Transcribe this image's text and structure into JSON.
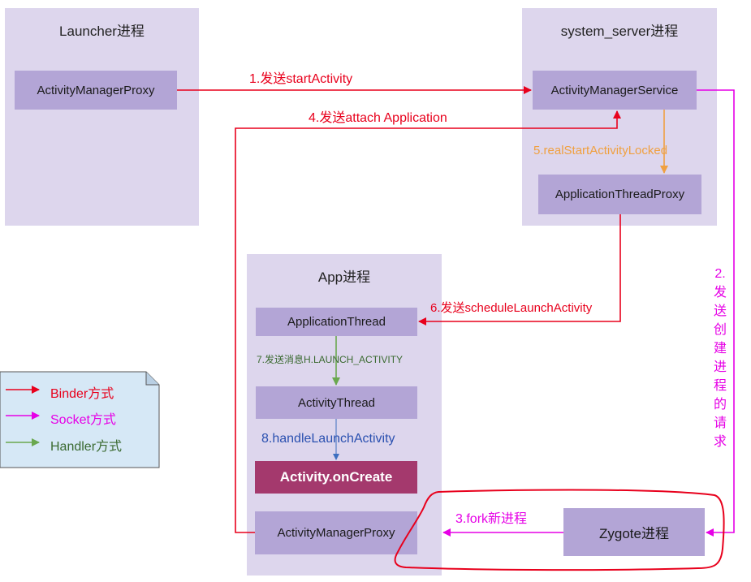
{
  "groups": {
    "launcher": "Launcher进程",
    "system_server": "system_server进程",
    "app": "App进程"
  },
  "boxes": {
    "launcher_amp": "ActivityManagerProxy",
    "ams": "ActivityManagerService",
    "atp": "ApplicationThreadProxy",
    "application_thread": "ApplicationThread",
    "activity_thread": "ActivityThread",
    "on_create": "Activity.onCreate",
    "app_amp": "ActivityManagerProxy",
    "zygote": "Zygote进程"
  },
  "steps": {
    "s1": "1.发送startActivity",
    "s2_chars": [
      "2.",
      "发",
      "送",
      "创",
      "建",
      "进",
      "程",
      "的",
      "请",
      "求"
    ],
    "s3": "3.fork新进程",
    "s4": "4.发送attach Application",
    "s5": "5.realStartActivityLocked",
    "s6": "6.发送scheduleLaunchActivity",
    "s7": "7.发送消息H.LAUNCH_ACTIVITY",
    "s8": "8.handleLaunchActivity"
  },
  "legend": {
    "binder": "Binder方式",
    "socket": "Socket方式",
    "handler": "Handler方式"
  },
  "colors": {
    "binder": "#e8001c",
    "socket": "#e600e6",
    "handler": "#6aa84f",
    "orange": "#f0a040",
    "blue": "#3d6fc0"
  }
}
